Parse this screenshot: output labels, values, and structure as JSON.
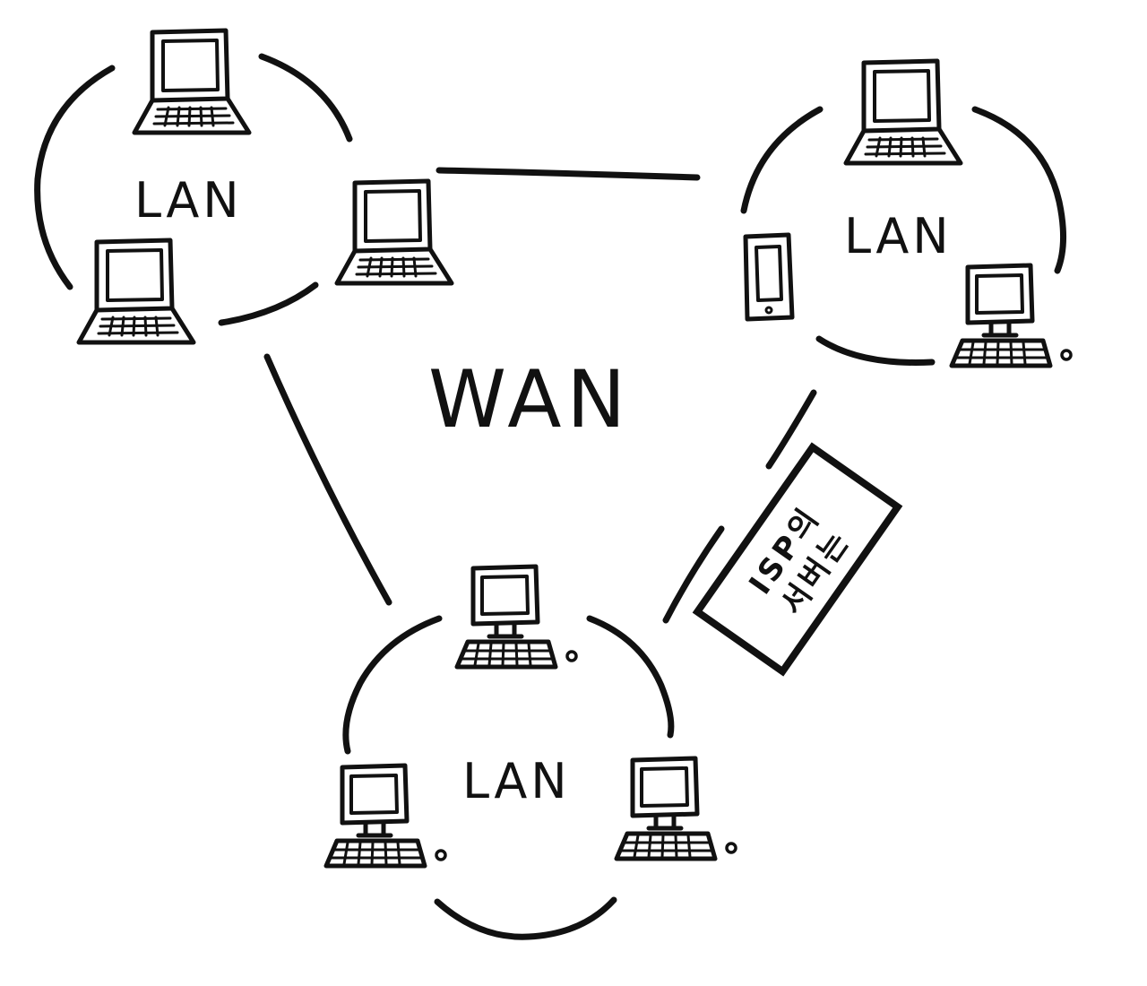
{
  "diagram": {
    "stroke_color": "#111111",
    "background": "#ffffff",
    "wan": {
      "label": "WAN"
    },
    "lans": [
      {
        "id": "top-left",
        "label": "LAN",
        "devices": [
          "laptop",
          "laptop",
          "laptop"
        ]
      },
      {
        "id": "top-right",
        "label": "LAN",
        "devices": [
          "laptop",
          "smartphone",
          "desktop"
        ]
      },
      {
        "id": "bottom",
        "label": "LAN",
        "devices": [
          "desktop",
          "desktop",
          "desktop"
        ]
      }
    ],
    "isp_server": {
      "line1": "ISP의",
      "line2": "서버는"
    },
    "icons": [
      "laptop-icon",
      "smartphone-icon",
      "desktop-icon",
      "server-icon"
    ]
  }
}
